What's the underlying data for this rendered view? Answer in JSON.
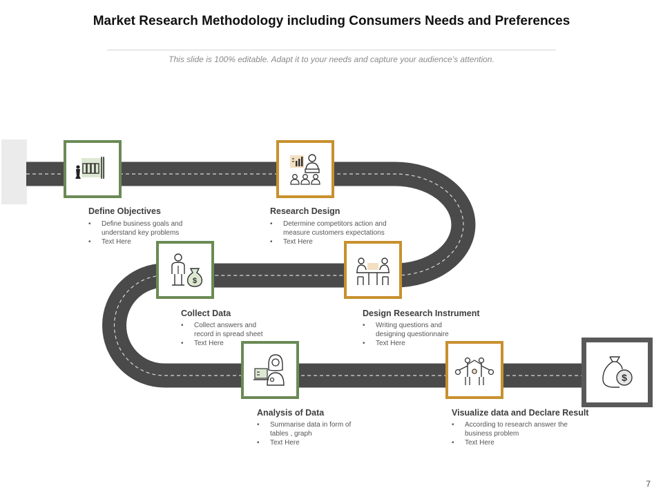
{
  "header": {
    "title": "Market Research Methodology including Consumers Needs and Preferences",
    "subtitle": "This slide is 100% editable. Adapt it to your needs and capture your audience’s attention."
  },
  "steps": [
    {
      "title": "Define Objectives",
      "bullet1": [
        "Define business goals and",
        "understand key problems"
      ],
      "bullet2": "Text Here",
      "accent": "#6b8a55",
      "icon": "chess-strategy-icon"
    },
    {
      "title": "Research Design",
      "bullet1": [
        "Determine competitors action and",
        "measure customers expectations"
      ],
      "bullet2": "Text Here",
      "accent": "#c8902e",
      "icon": "presentation-audience-icon"
    },
    {
      "title": "Collect Data",
      "bullet1": [
        "Collect answers and",
        "record in spread sheet"
      ],
      "bullet2": "Text Here",
      "accent": "#6b8a55",
      "icon": "person-money-bag-icon"
    },
    {
      "title": "Design Research Instrument",
      "bullet1": [
        "Writing questions and",
        "designing questionnaire"
      ],
      "bullet2": "Text Here",
      "accent": "#c8902e",
      "icon": "meeting-table-icon"
    },
    {
      "title": "Analysis of Data",
      "bullet1": [
        "Summarise data in form of",
        "tables , graph"
      ],
      "bullet2": "Text Here",
      "accent": "#6b8a55",
      "icon": "analyst-laptop-icon"
    },
    {
      "title": "Visualize data and Declare Result",
      "bullet1": [
        "According to research answer the",
        "business problem"
      ],
      "bullet2": "Text Here",
      "accent": "#c8902e",
      "icon": "team-result-icon"
    }
  ],
  "goal": {
    "icon": "money-bag-dollar-icon"
  },
  "colors": {
    "road": "#4a4a4a",
    "road_dash": "#d9d9d9",
    "green": "#6b8a55",
    "orange": "#c8902e",
    "goal_border": "#595959"
  },
  "footer": {
    "page_number": "7"
  }
}
